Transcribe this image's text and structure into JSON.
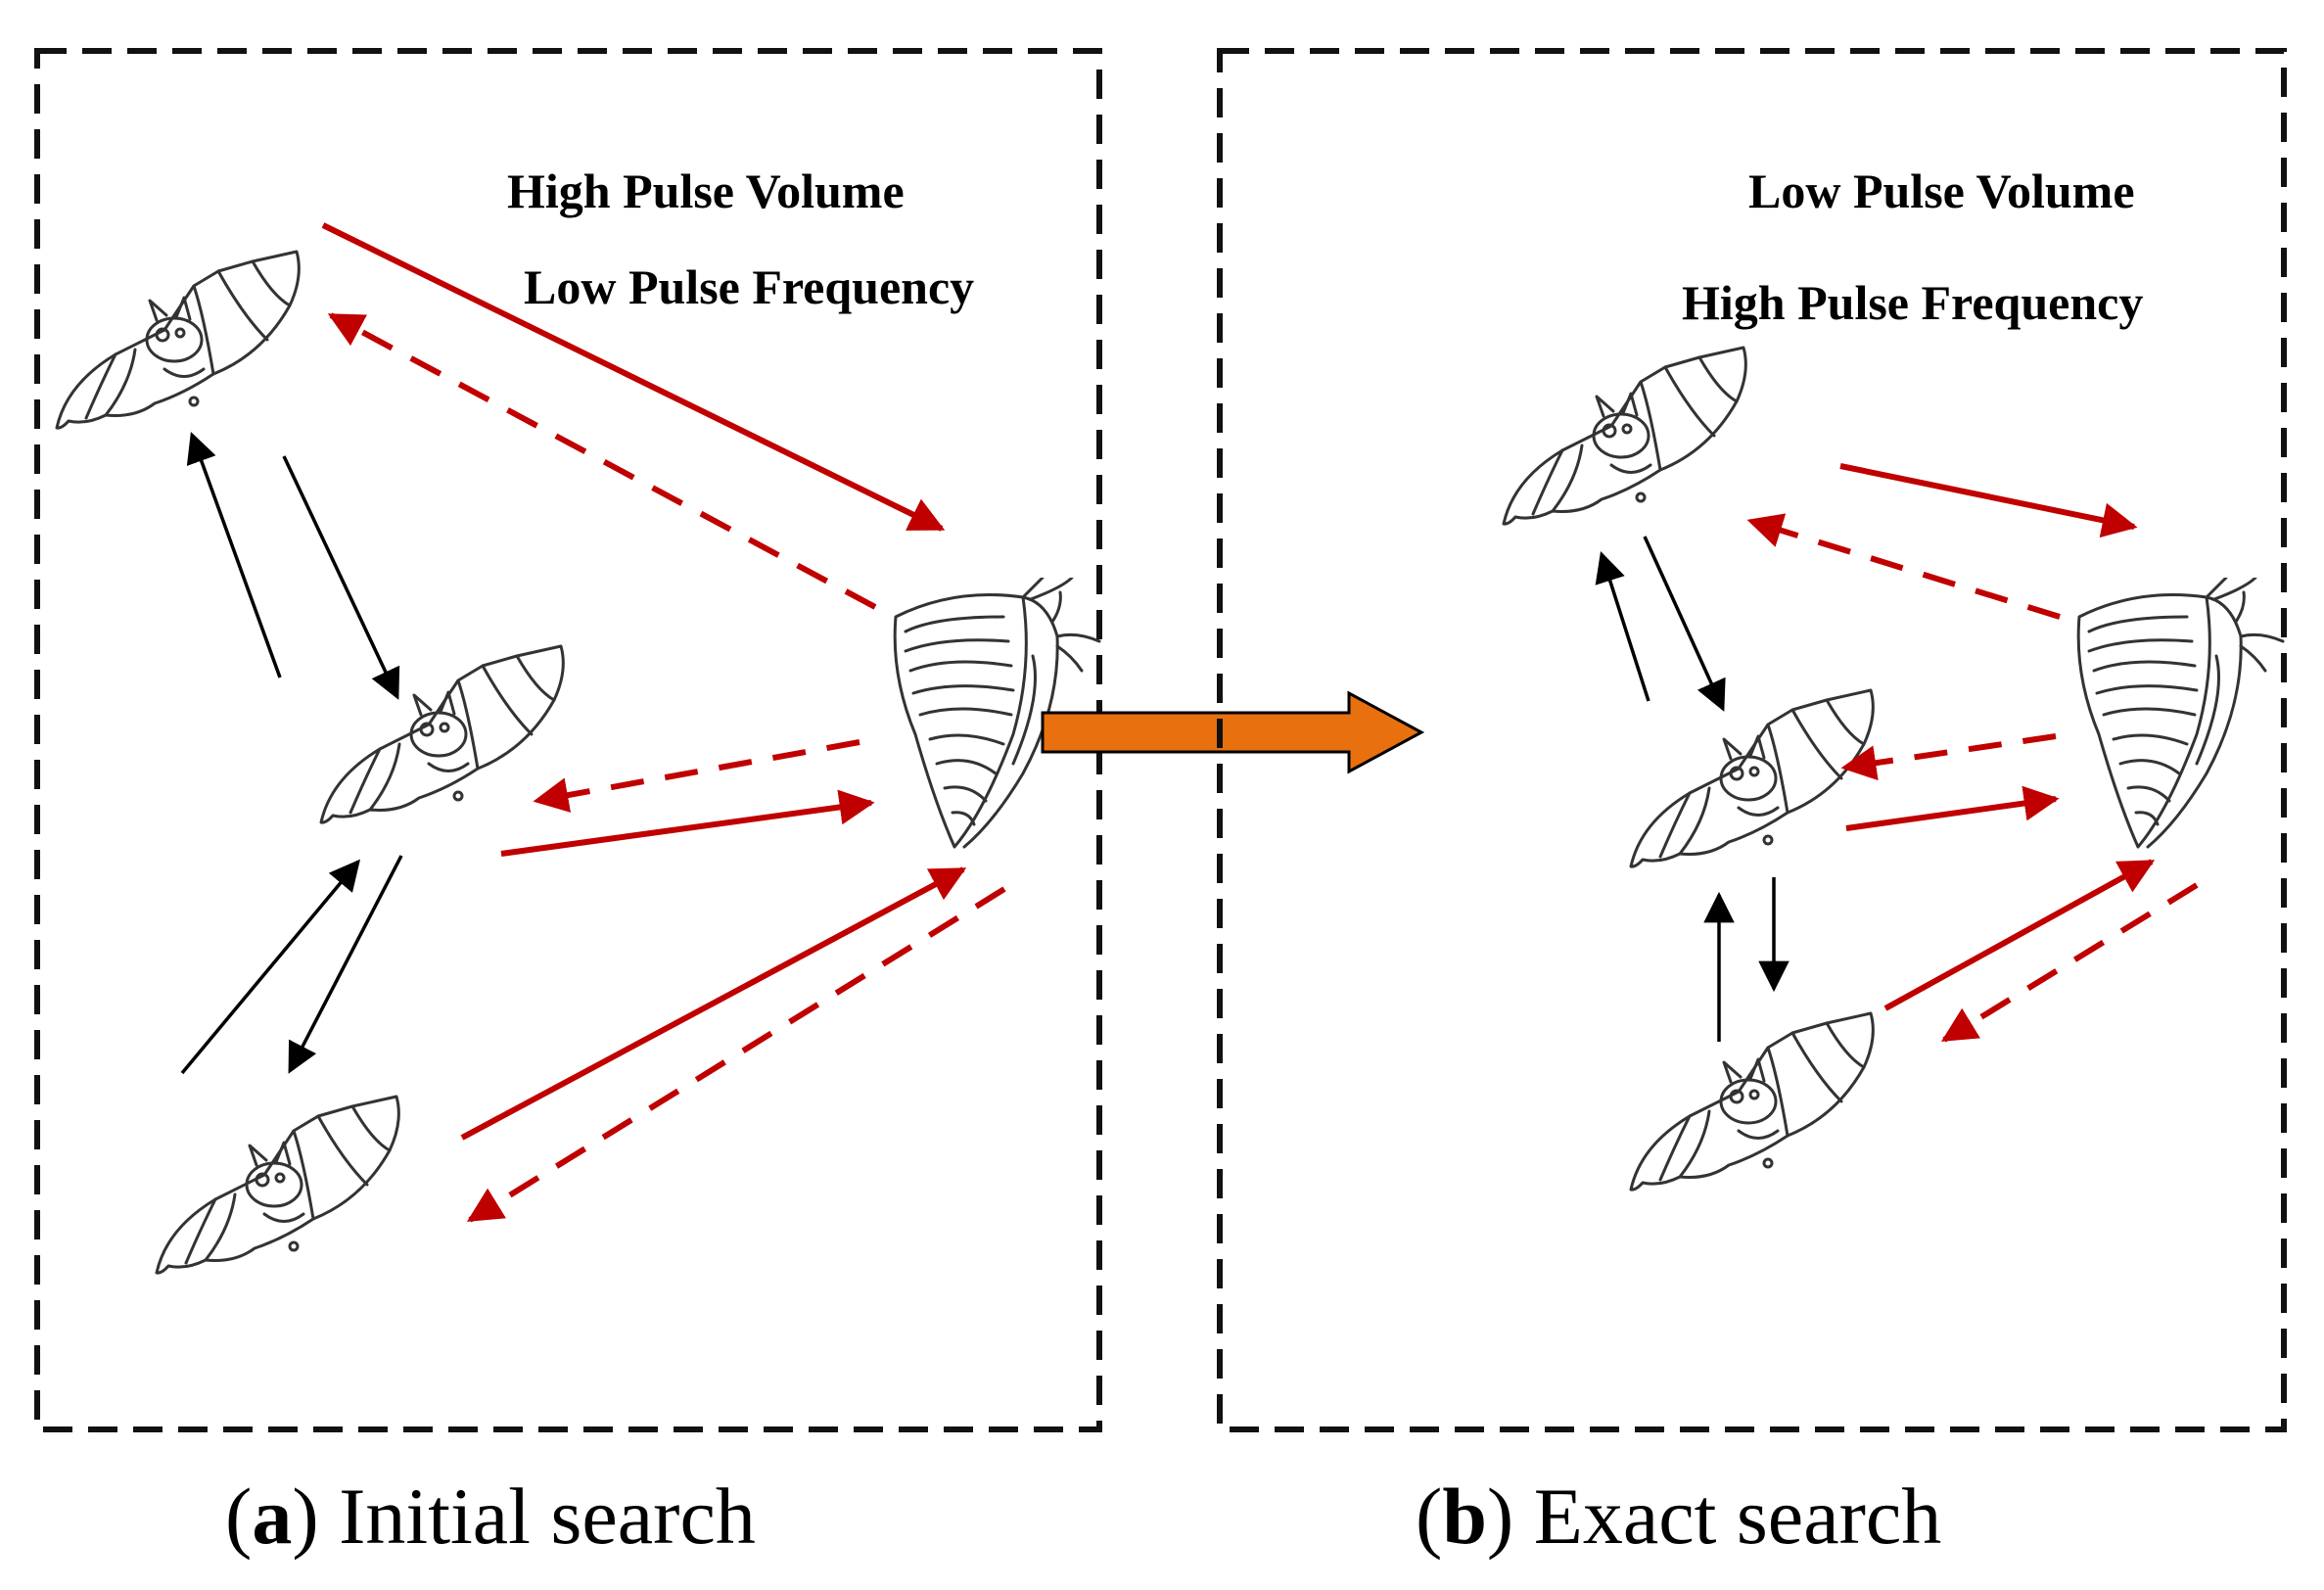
{
  "panels": {
    "a": {
      "note_line1": "High Pulse Volume",
      "note_line2": "Low Pulse Frequency",
      "caption_open": "(",
      "caption_letter": "a",
      "caption_rest": ") Initial search"
    },
    "b": {
      "note_line1": "Low Pulse Volume",
      "note_line2": "High Pulse Frequency",
      "caption_open": "(",
      "caption_letter": "b",
      "caption_rest": ") Exact search"
    }
  },
  "colors": {
    "signal_red": "#c00000",
    "transition_arrow_fill": "#e8700f",
    "transition_arrow_stroke": "#000000",
    "border": "#111111"
  },
  "icons": [
    "bat-icon",
    "moth-icon",
    "transition-arrow"
  ]
}
